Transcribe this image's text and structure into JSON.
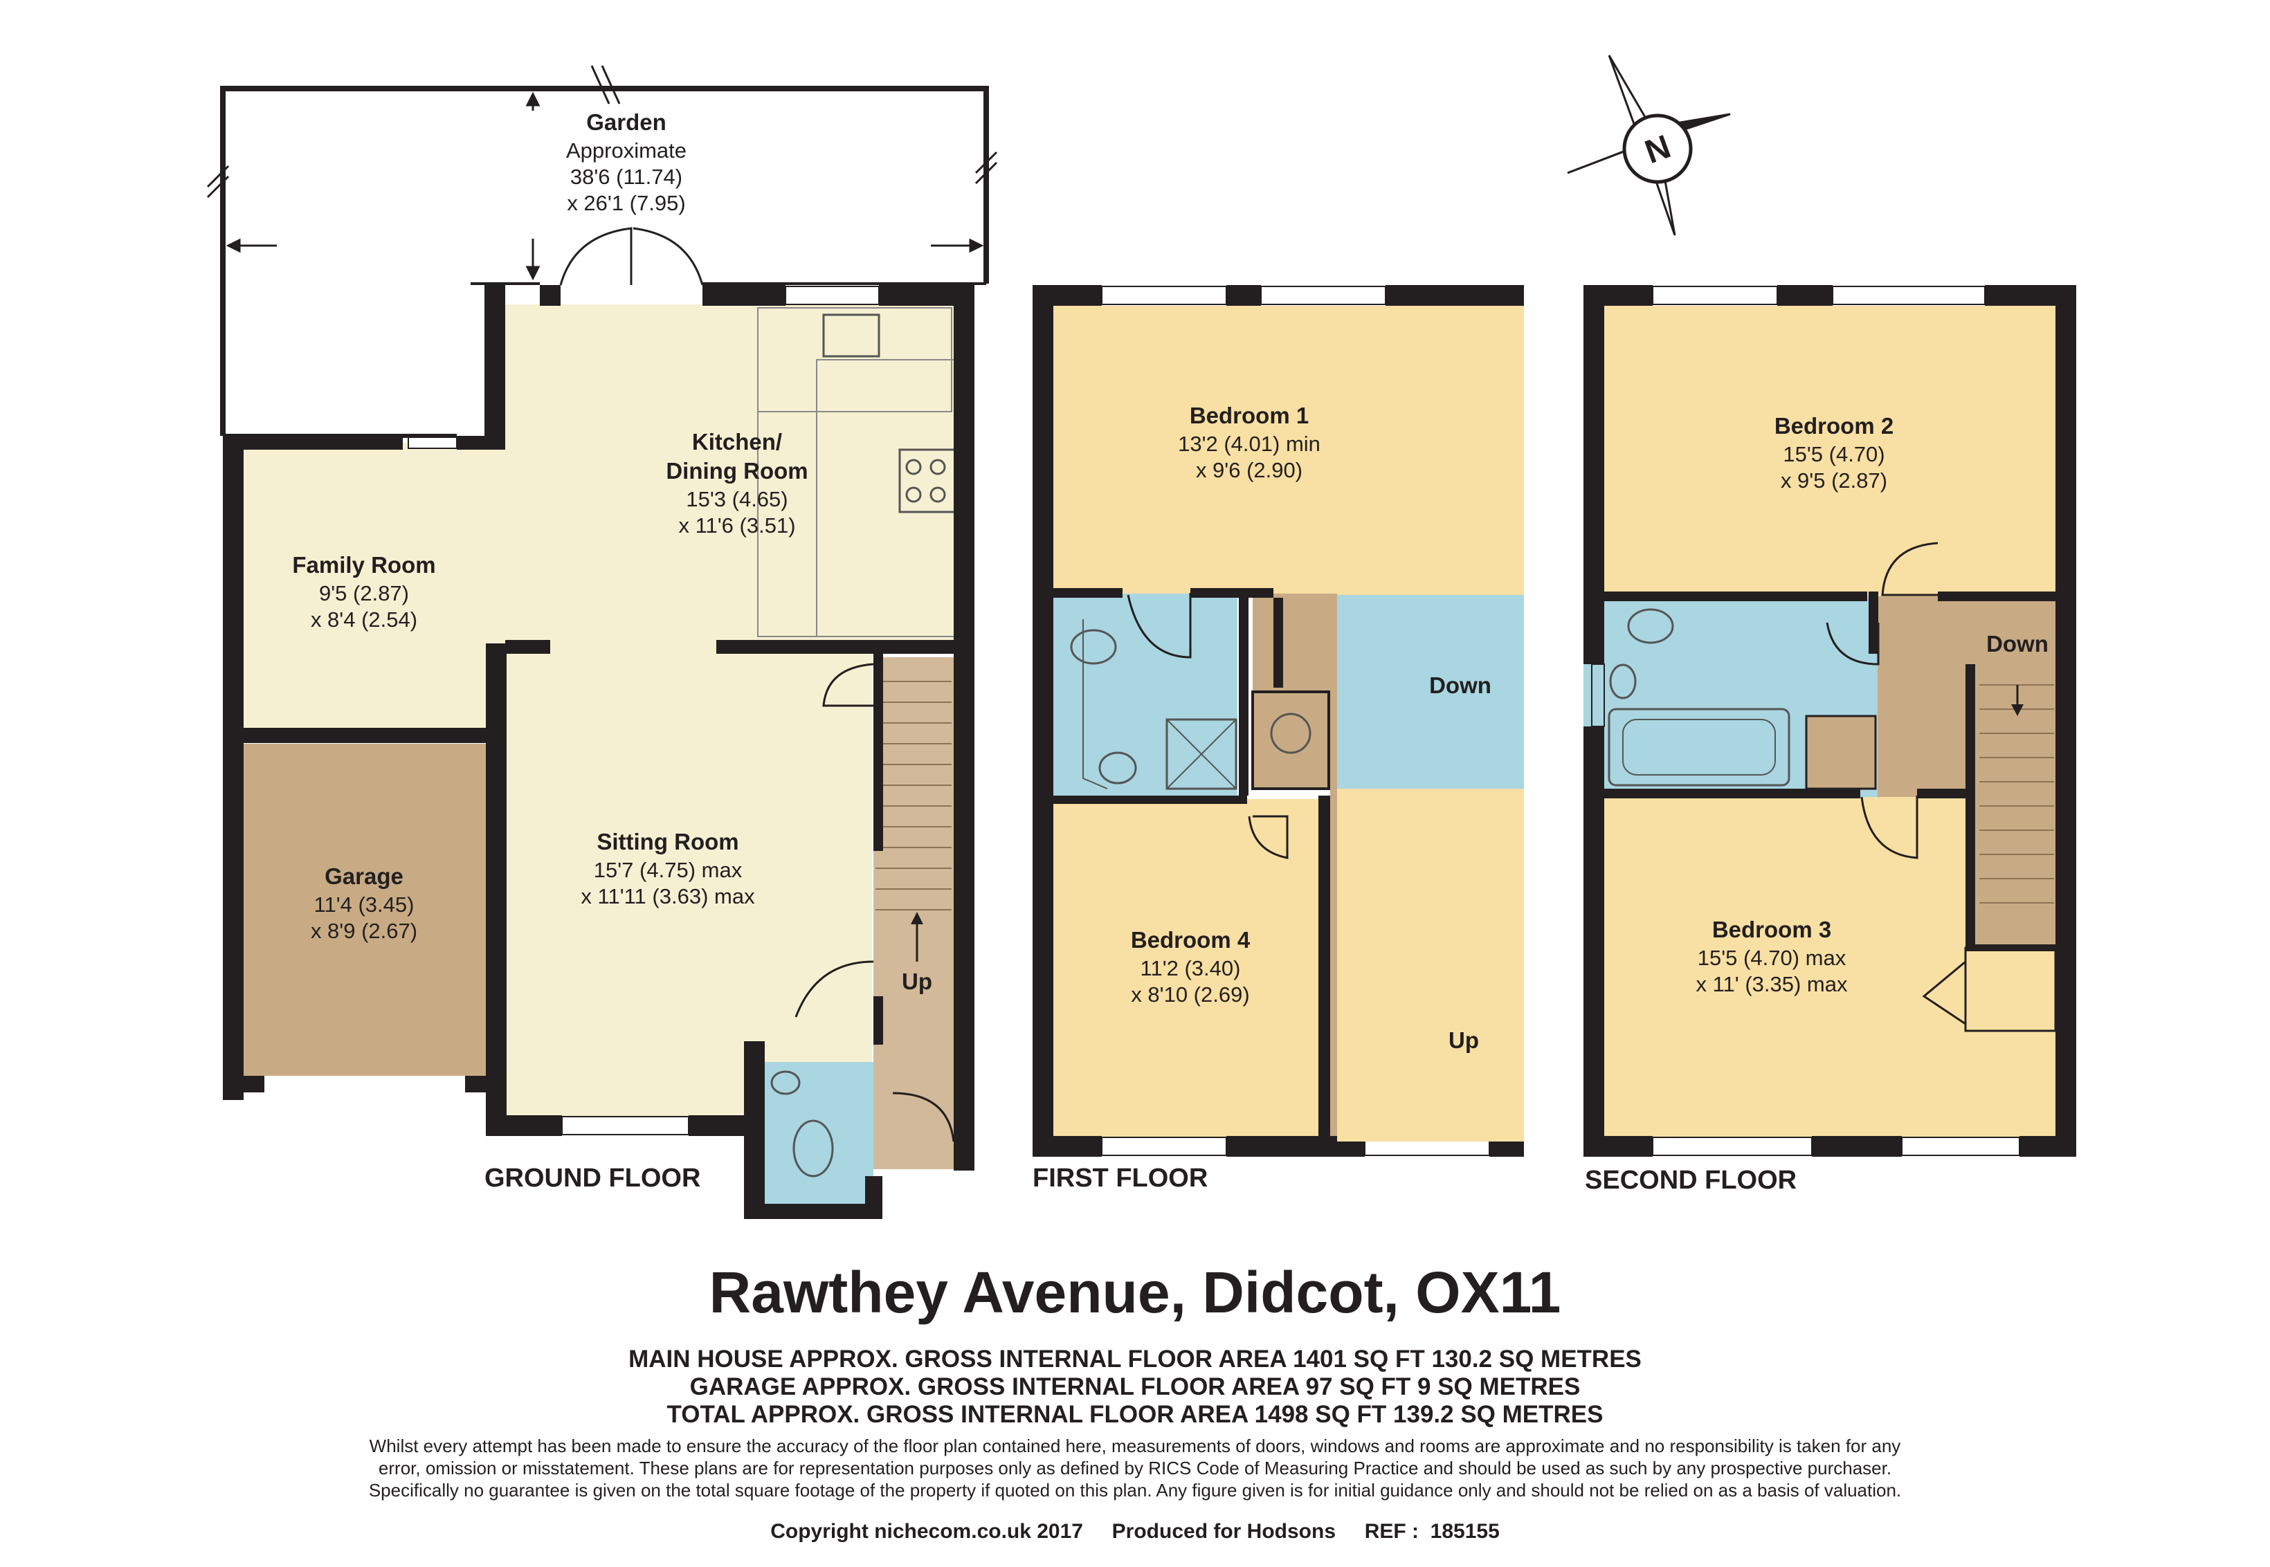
{
  "colors": {
    "wall": "#231f20",
    "room_yellow": "#f8dfa3",
    "room_cream": "#f5f0d2",
    "room_brown": "#c8ab84",
    "room_tan": "#d2b999",
    "room_blue": "#a9d6e0"
  },
  "garden": {
    "name": "Garden",
    "line2": "Approximate",
    "line3": "38'6 (11.74)",
    "line4": "x 26'1 (7.95)"
  },
  "ground": {
    "label": "GROUND FLOOR",
    "kitchen": {
      "line1": "Kitchen/",
      "line2": "Dining Room",
      "dim1": "15'3 (4.65)",
      "dim2": "x 11'6 (3.51)"
    },
    "family": {
      "name": "Family Room",
      "dim1": "9'5 (2.87)",
      "dim2": "x 8'4 (2.54)"
    },
    "garage": {
      "name": "Garage",
      "dim1": "11'4 (3.45)",
      "dim2": "x 8'9 (2.67)"
    },
    "sitting": {
      "name": "Sitting Room",
      "dim1": "15'7 (4.75) max",
      "dim2": "x 11'11 (3.63) max"
    },
    "up": "Up"
  },
  "first": {
    "label": "FIRST FLOOR",
    "bed1": {
      "name": "Bedroom 1",
      "dim1": "13'2 (4.01) min",
      "dim2": "x 9'6 (2.90)"
    },
    "bed4": {
      "name": "Bedroom 4",
      "dim1": "11'2 (3.40)",
      "dim2": "x 8'10 (2.69)"
    },
    "down": "Down",
    "up": "Up"
  },
  "second": {
    "label": "SECOND FLOOR",
    "bed2": {
      "name": "Bedroom 2",
      "dim1": "15'5 (4.70)",
      "dim2": "x 9'5 (2.87)"
    },
    "bed3": {
      "name": "Bedroom 3",
      "dim1": "15'5 (4.70) max",
      "dim2": "x 11' (3.35) max"
    },
    "down": "Down"
  },
  "compass": {
    "letter": "N"
  },
  "title": "Rawthey Avenue, Didcot, OX11",
  "areas": {
    "main": "MAIN HOUSE APPROX. GROSS INTERNAL FLOOR AREA 1401 SQ FT 130.2 SQ METRES",
    "garage": "GARAGE APPROX. GROSS INTERNAL FLOOR AREA 97 SQ FT 9 SQ METRES",
    "total": "TOTAL APPROX. GROSS INTERNAL FLOOR AREA 1498 SQ FT 139.2 SQ METRES"
  },
  "disclaimer": {
    "line1": "Whilst every attempt has been made to ensure the accuracy of the floor plan contained here, measurements of doors, windows and rooms are approximate and no responsibility is taken for any",
    "line2": "error, omission or misstatement. These plans are for representation purposes only as defined by RICS Code of Measuring Practice and should be used as such by any prospective purchaser.",
    "line3": "Specifically no guarantee is given on the total square footage of the property if quoted on this plan. Any figure given is for initial guidance only and should not be relied on as a basis of valuation."
  },
  "copyright": "Copyright nichecom.co.uk 2017     Produced for Hodsons     REF :  185155"
}
